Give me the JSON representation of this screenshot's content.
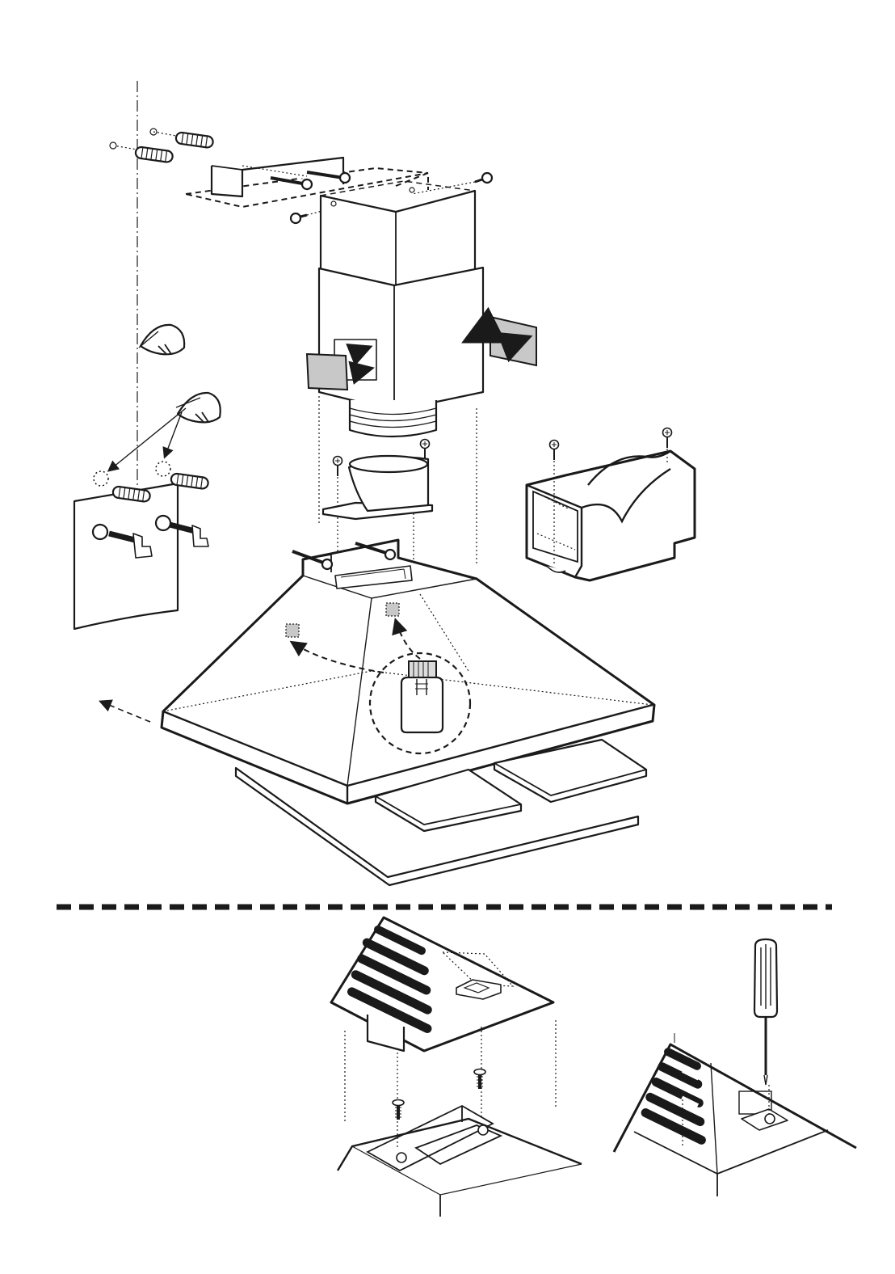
{
  "diagram": {
    "sections": [
      {
        "name": "exploded-assembly"
      },
      {
        "name": "cover-attachment"
      },
      {
        "name": "screw-fastening"
      }
    ],
    "colors": {
      "line": "#1a1a1a",
      "panel_fill": "#c8c8c8",
      "paper": "#ffffff"
    },
    "icons": [
      "wall-plug-icon",
      "screw-icon",
      "screwdriver-icon",
      "hand-drill-icon",
      "arrow-icon"
    ]
  }
}
